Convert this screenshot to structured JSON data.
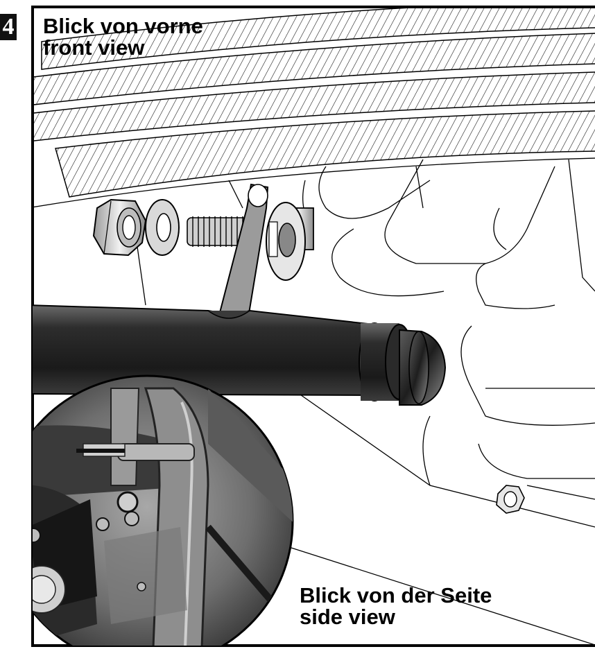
{
  "step": {
    "number": "4"
  },
  "front": {
    "label_de": "Blick von vorne",
    "label_en": "front view"
  },
  "side": {
    "label_de": "Blick von der Seite",
    "label_en": "side view"
  },
  "colors": {
    "line": "#000000",
    "paper": "#ffffff",
    "tube": "#2a2a2a",
    "metal": "#d9d9d9"
  }
}
